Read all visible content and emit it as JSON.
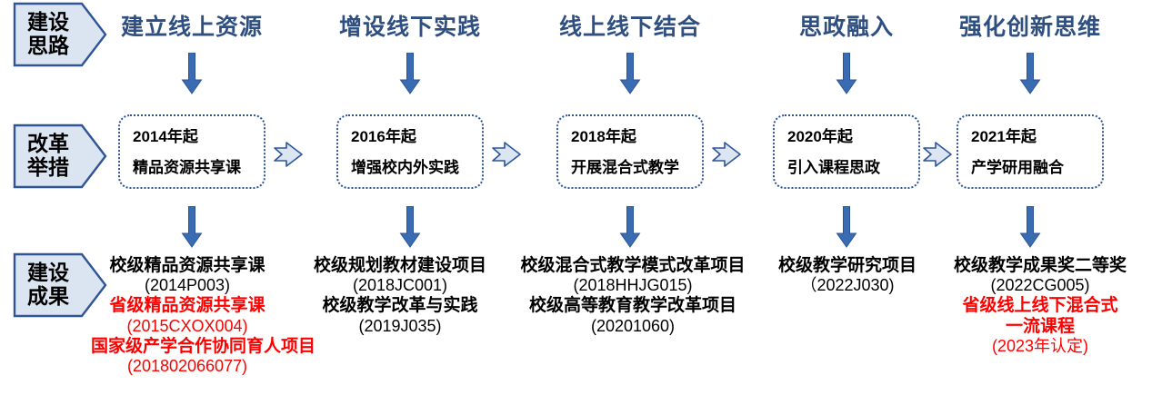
{
  "colors": {
    "heading_blue": "#2e4f80",
    "arrow_blue": "#3a6cb4",
    "box_border_blue": "#2f5597",
    "chevron_fill": "#dce6f2",
    "chevron_stroke": "#2f5597",
    "pentagon_fill": "#dbe5f1",
    "pentagon_stroke": "#2f5597",
    "highlight_red": "#ff0000",
    "text_black": "#000000"
  },
  "row_labels": [
    {
      "name": "build-approach",
      "line1": "建设",
      "line2": "思路"
    },
    {
      "name": "reform-measures",
      "line1": "改革",
      "line2": "举措"
    },
    {
      "name": "build-results",
      "line1": "建设",
      "line2": "成果"
    }
  ],
  "columns": [
    {
      "heading": "建立线上资源",
      "measure": {
        "line1": "2014年起",
        "line2": "精品资源共享课"
      },
      "outcomes": [
        {
          "title": "校级精品资源共享课",
          "code": "(2014P003)",
          "red": false
        },
        {
          "title": "省级精品资源共享课",
          "code": "(2015CXOX004)",
          "red": true
        },
        {
          "title": "国家级产学合作协同育人项目",
          "code": "(201802066077)",
          "red": true
        }
      ]
    },
    {
      "heading": "增设线下实践",
      "measure": {
        "line1": "2016年起",
        "line2": "增强校内外实践"
      },
      "outcomes": [
        {
          "title": "校级规划教材建设项目",
          "code": "(2018JC001)",
          "red": false
        },
        {
          "title": "校级教学改革与实践",
          "code": "(2019J035)",
          "red": false
        }
      ]
    },
    {
      "heading": "线上线下结合",
      "measure": {
        "line1": "2018年起",
        "line2": "开展混合式教学"
      },
      "outcomes": [
        {
          "title": "校级混合式教学模式改革项目",
          "code": "(2018HHJG015)",
          "red": false
        },
        {
          "title": "校级高等教育教学改革项目",
          "code": "(20201060)",
          "red": false
        }
      ]
    },
    {
      "heading": "思政融入",
      "measure": {
        "line1": "2020年起",
        "line2": "引入课程思政"
      },
      "outcomes": [
        {
          "title": "校级教学研究项目",
          "code": "（2022J030)",
          "red": false
        }
      ]
    },
    {
      "heading": "强化创新思维",
      "measure": {
        "line1": "2021年起",
        "line2": "产学研用融合"
      },
      "outcomes": [
        {
          "title": "校级教学成果奖二等奖",
          "code": "(2022CG005)",
          "red": false
        },
        {
          "title": "省级线上线下混合式\n一流课程",
          "code": "(2023年认定)",
          "red": true,
          "wrap": true
        }
      ]
    }
  ]
}
